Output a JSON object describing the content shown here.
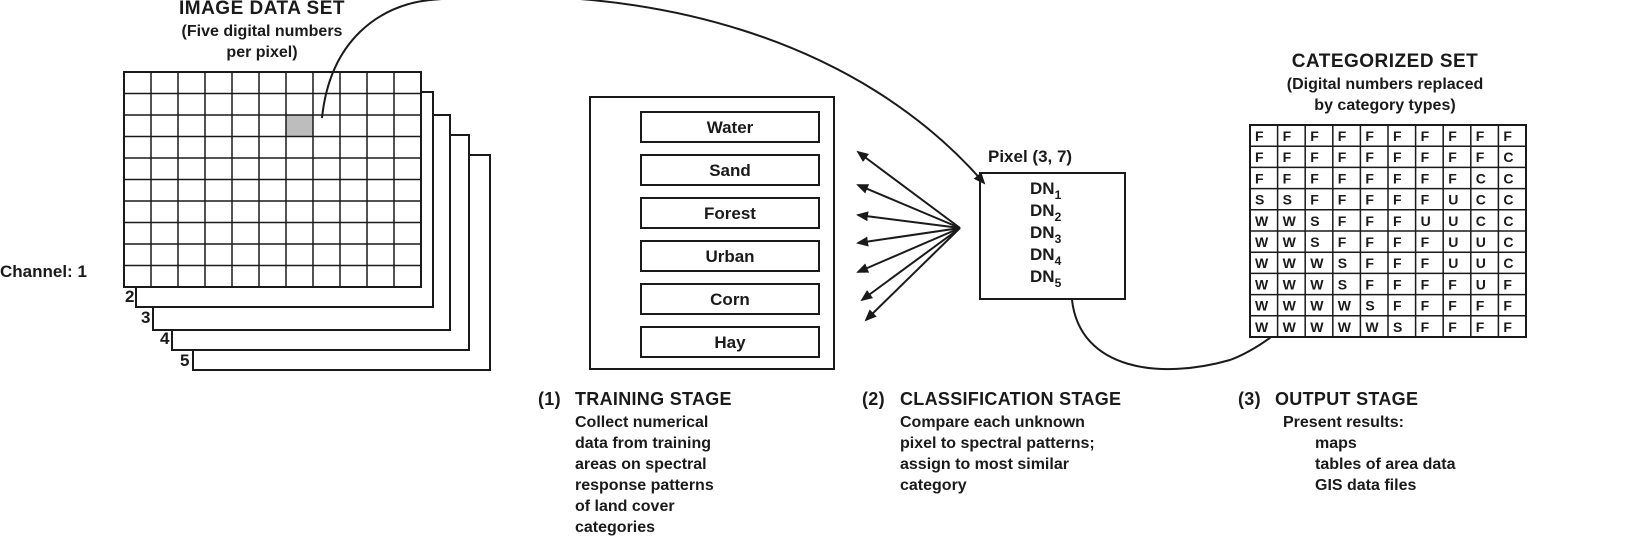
{
  "image_data_set": {
    "title": "IMAGE DATA SET",
    "subtitle_lines": [
      "(Five digital numbers",
      "per pixel)"
    ],
    "channel_prefix": "Channel:",
    "channels": [
      "1",
      "2",
      "3",
      "4",
      "5"
    ]
  },
  "training_boxes": [
    "Water",
    "Sand",
    "Forest",
    "Urban",
    "Corn",
    "Hay"
  ],
  "pixel": {
    "label": "Pixel (3, 7)",
    "dn_lines": [
      {
        "base": "DN",
        "sub": "1"
      },
      {
        "base": "DN",
        "sub": "2"
      },
      {
        "base": "DN",
        "sub": "3"
      },
      {
        "base": "DN",
        "sub": "4"
      },
      {
        "base": "DN",
        "sub": "5"
      }
    ]
  },
  "categorized_set": {
    "title": "CATEGORIZED SET",
    "subtitle_lines": [
      "(Digital numbers replaced",
      "by category types)"
    ],
    "grid": [
      [
        "F",
        "F",
        "F",
        "F",
        "F",
        "F",
        "F",
        "F",
        "F",
        "F"
      ],
      [
        "F",
        "F",
        "F",
        "F",
        "F",
        "F",
        "F",
        "F",
        "F",
        "C"
      ],
      [
        "F",
        "F",
        "F",
        "F",
        "F",
        "F",
        "F",
        "F",
        "C",
        "C"
      ],
      [
        "S",
        "S",
        "F",
        "F",
        "F",
        "F",
        "F",
        "U",
        "C",
        "C"
      ],
      [
        "W",
        "W",
        "S",
        "F",
        "F",
        "F",
        "U",
        "U",
        "C",
        "C"
      ],
      [
        "W",
        "W",
        "S",
        "F",
        "F",
        "F",
        "F",
        "U",
        "U",
        "C"
      ],
      [
        "W",
        "W",
        "W",
        "S",
        "F",
        "F",
        "F",
        "U",
        "U",
        "C"
      ],
      [
        "W",
        "W",
        "W",
        "S",
        "F",
        "F",
        "F",
        "F",
        "U",
        "F"
      ],
      [
        "W",
        "W",
        "W",
        "W",
        "S",
        "F",
        "F",
        "F",
        "F",
        "F"
      ],
      [
        "W",
        "W",
        "W",
        "W",
        "W",
        "S",
        "F",
        "F",
        "F",
        "F"
      ]
    ]
  },
  "stages": [
    {
      "number": "(1)",
      "heading": "TRAINING STAGE",
      "lines": [
        "Collect numerical",
        "data from training",
        "areas on spectral",
        "response patterns",
        "of land cover",
        "categories"
      ]
    },
    {
      "number": "(2)",
      "heading": "CLASSIFICATION STAGE",
      "lines": [
        "Compare each unknown",
        "pixel to spectral patterns;",
        "assign to most similar",
        "category"
      ]
    },
    {
      "number": "(3)",
      "heading": "OUTPUT STAGE",
      "lines": [
        "Present results:",
        "maps",
        "tables of area data",
        "GIS data files"
      ]
    }
  ]
}
